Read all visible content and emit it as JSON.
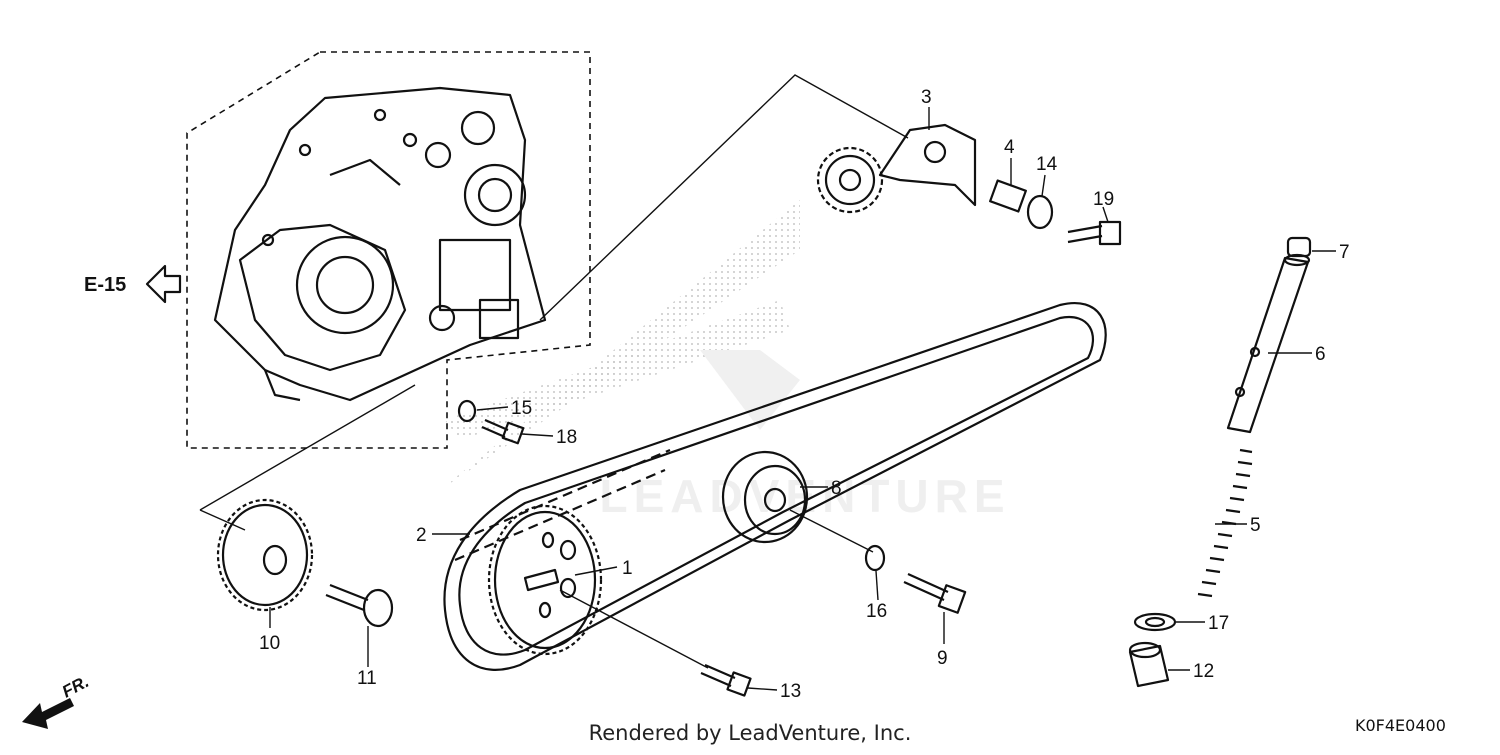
{
  "diagram": {
    "reference": {
      "label": "E-15"
    },
    "direction": {
      "label": "FR."
    },
    "footer": {
      "credit": "Rendered by LeadVenture, Inc.",
      "code": "K0F4E0400"
    },
    "watermark": {
      "text": "LEADVENTURE"
    },
    "callouts": [
      {
        "id": "1",
        "label": "1"
      },
      {
        "id": "2",
        "label": "2"
      },
      {
        "id": "3",
        "label": "3"
      },
      {
        "id": "4",
        "label": "4"
      },
      {
        "id": "5",
        "label": "5"
      },
      {
        "id": "6",
        "label": "6"
      },
      {
        "id": "7",
        "label": "7"
      },
      {
        "id": "8",
        "label": "8"
      },
      {
        "id": "9",
        "label": "9"
      },
      {
        "id": "10",
        "label": "10"
      },
      {
        "id": "11",
        "label": "11"
      },
      {
        "id": "12",
        "label": "12"
      },
      {
        "id": "13",
        "label": "13"
      },
      {
        "id": "14",
        "label": "14"
      },
      {
        "id": "15",
        "label": "15"
      },
      {
        "id": "16",
        "label": "16"
      },
      {
        "id": "17",
        "label": "17"
      },
      {
        "id": "18",
        "label": "18"
      },
      {
        "id": "19",
        "label": "19"
      }
    ]
  }
}
